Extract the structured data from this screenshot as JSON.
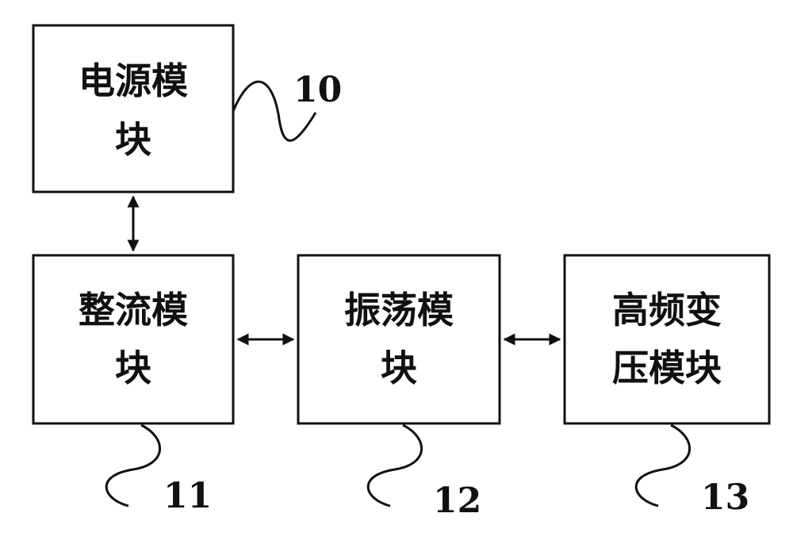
{
  "modules": [
    {
      "id": "power",
      "lines": [
        "电源模",
        "块"
      ],
      "ref": "10"
    },
    {
      "id": "rectifier",
      "lines": [
        "整流模",
        "块"
      ],
      "ref": "11"
    },
    {
      "id": "oscillator",
      "lines": [
        "振荡模",
        "块"
      ],
      "ref": "12"
    },
    {
      "id": "hf-transformer",
      "lines": [
        "高频变",
        "压模块"
      ],
      "ref": "13"
    }
  ],
  "connections": [
    {
      "from": "power",
      "to": "rectifier",
      "direction": "bidirectional"
    },
    {
      "from": "rectifier",
      "to": "oscillator",
      "direction": "bidirectional"
    },
    {
      "from": "oscillator",
      "to": "hf-transformer",
      "direction": "bidirectional"
    }
  ]
}
